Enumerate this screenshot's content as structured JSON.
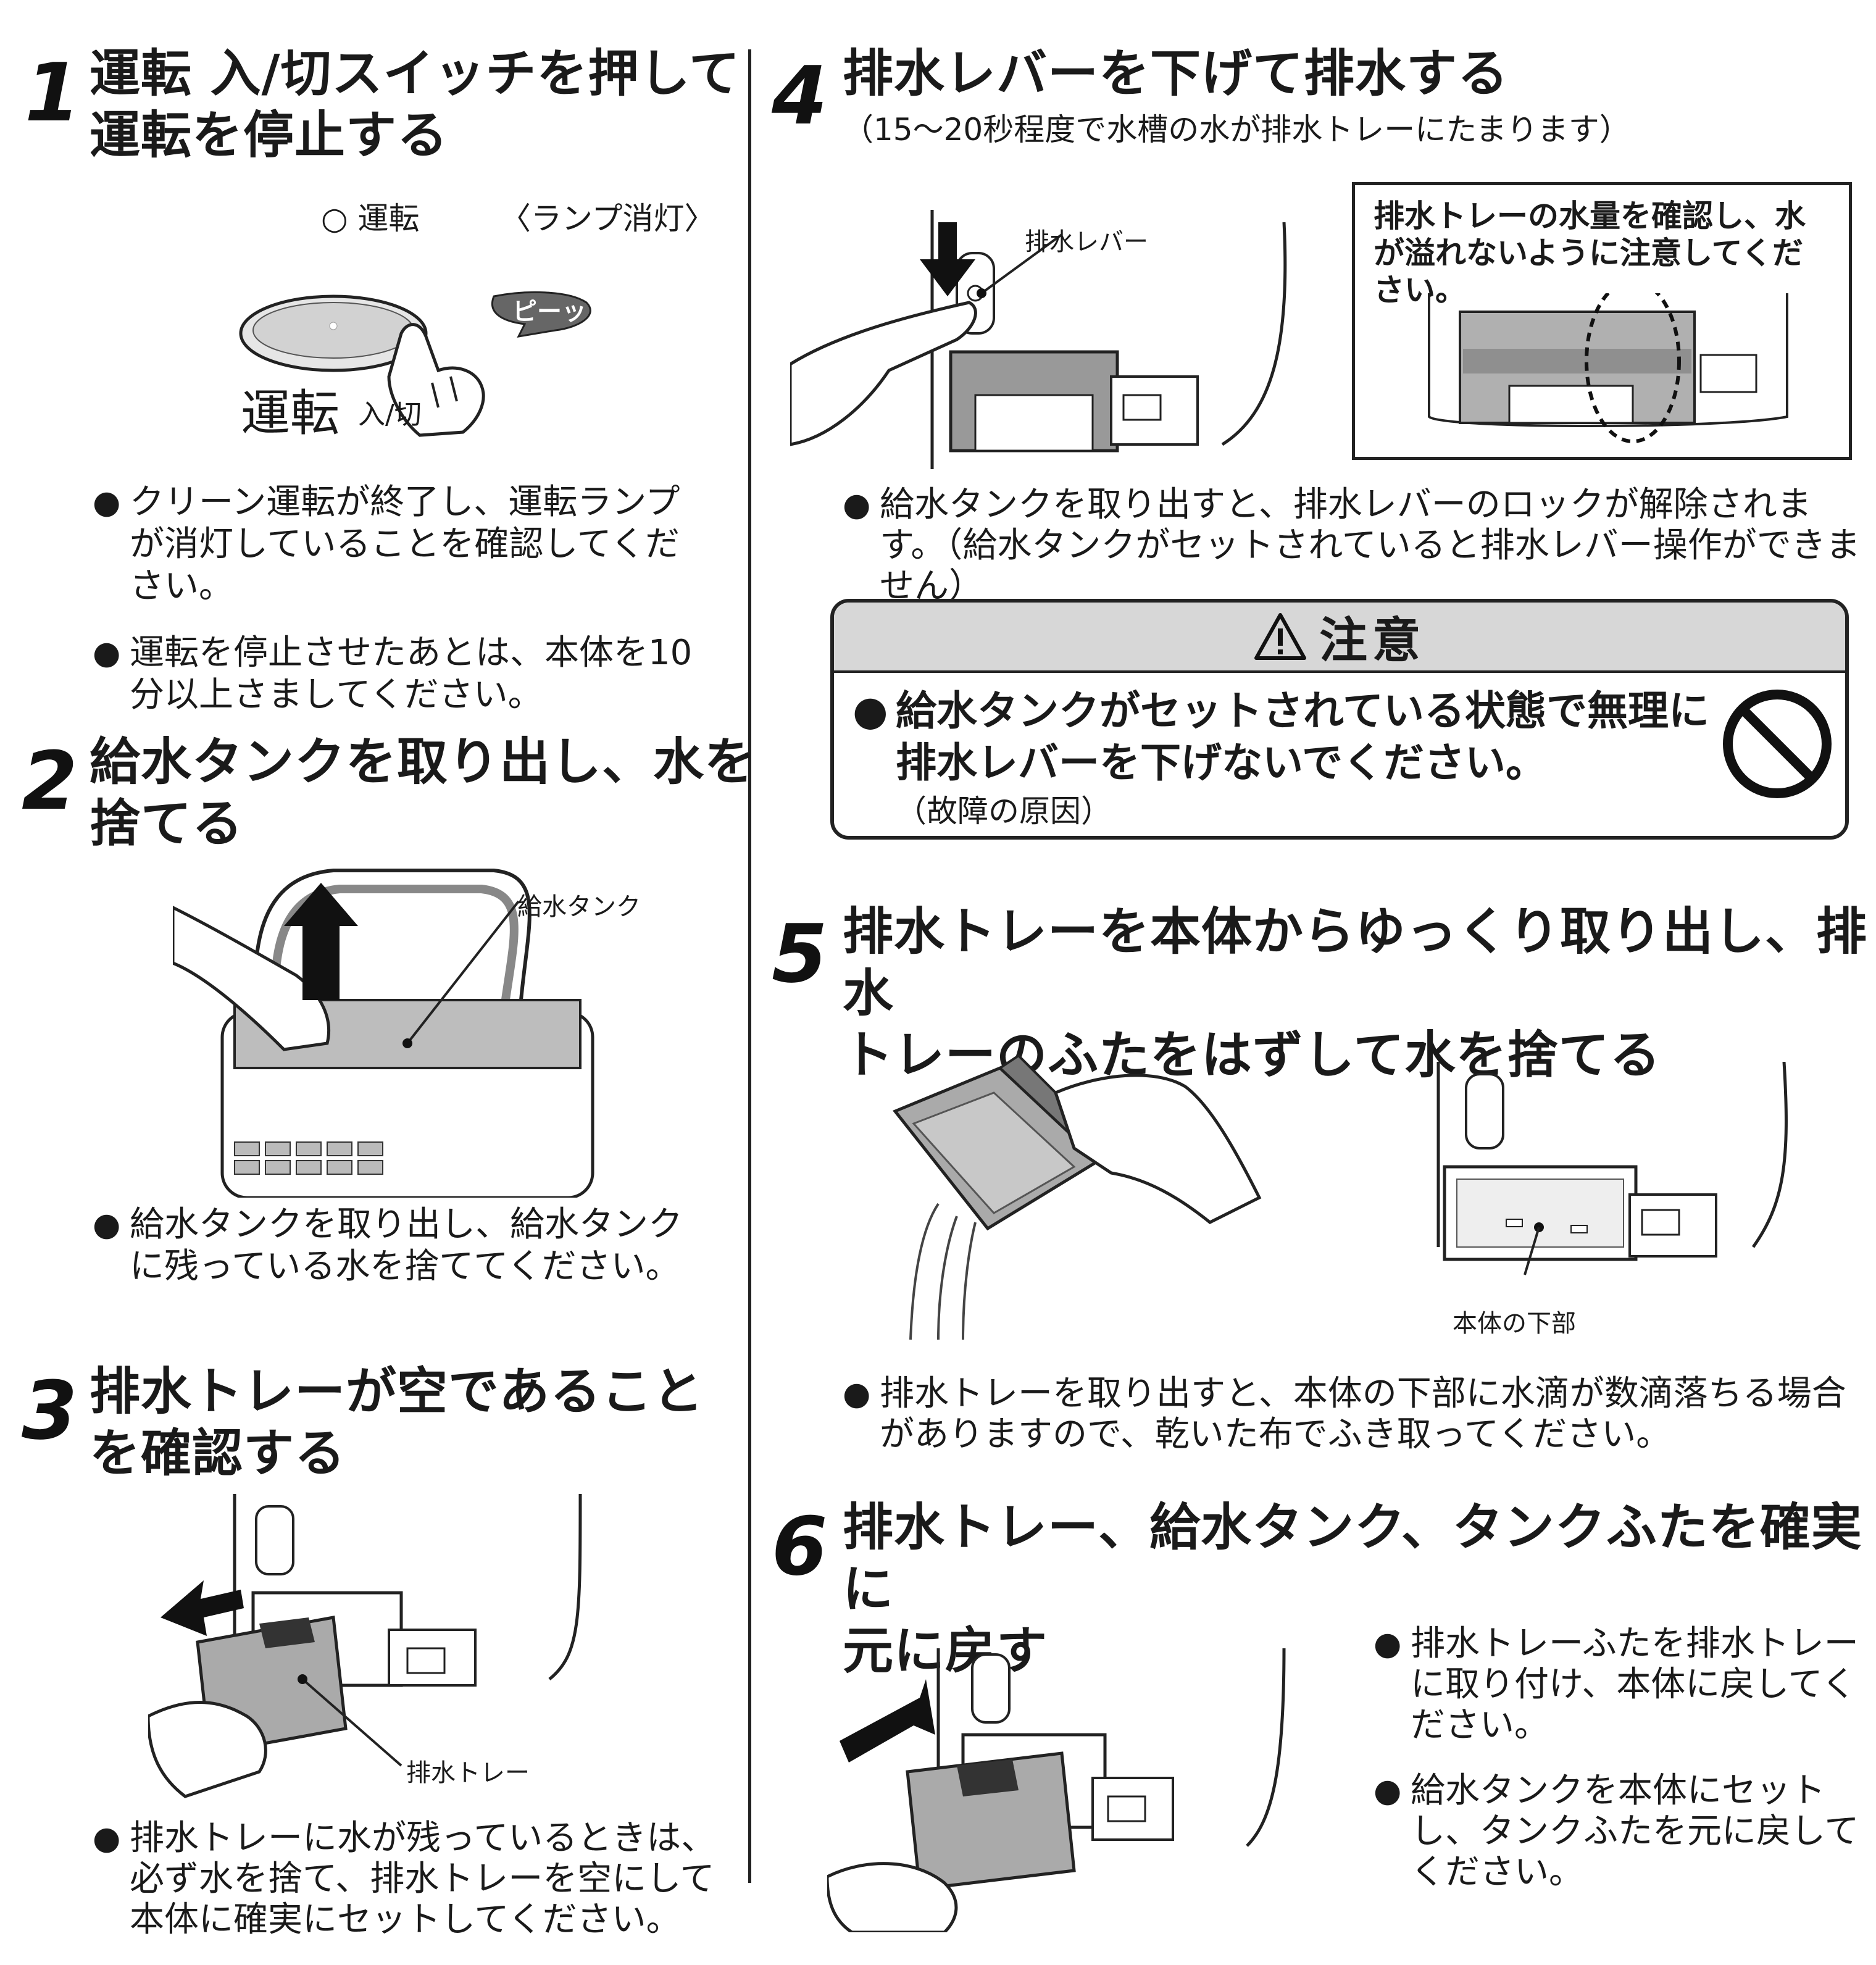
{
  "step1": {
    "num": "1",
    "title": "運転 入/切スイッチを押して\n運転を停止する",
    "lamp_indicator": "○ 運転",
    "lamp_note": "〈ランプ消灯〉",
    "beep": "ピーッ",
    "button_label_main": "運転",
    "button_label_sub": "入/切",
    "bullets": [
      "クリーン運転が終了し、運転ランプが消灯していることを確認してください。",
      "運転を停止させたあとは、本体を10分以上さましてください。"
    ]
  },
  "step2": {
    "num": "2",
    "title": "給水タンクを取り出し、水を\n捨てる",
    "label_tank": "給水タンク",
    "bullets": [
      "給水タンクを取り出し、給水タンクに残っている水を捨ててください。"
    ]
  },
  "step3": {
    "num": "3",
    "title": "排水トレーが空であること\nを確認する",
    "label_tray": "排水トレー",
    "bullets": [
      "排水トレーに水が残っているときは、必ず水を捨て、排水トレーを空にして本体に確実にセットしてください。"
    ]
  },
  "step4": {
    "num": "4",
    "title": "排水レバーを下げて排水する",
    "subtitle": "（15〜20秒程度で水槽の水が排水トレーにたまります）",
    "label_lever": "排水レバー",
    "check_text": "排水トレーの水量を確認し、水が溢れないように注意してください。",
    "bullets": [
      "給水タンクを取り出すと、排水レバーのロックが解除されます。（給水タンクがセットされていると排水レバー操作ができません）"
    ]
  },
  "caution": {
    "title": "注意",
    "text": "給水タンクがセットされている状態で無理に排水レバーを下げないでください。",
    "note": "（故障の原因）"
  },
  "step5": {
    "num": "5",
    "title": "排水トレーを本体からゆっくり取り出し、排水\nトレーのふたをはずして水を捨てる",
    "label_bottom": "本体の下部",
    "bullets": [
      "排水トレーを取り出すと、本体の下部に水滴が数滴落ちる場合がありますので、乾いた布でふき取ってください。"
    ]
  },
  "step6": {
    "num": "6",
    "title": "排水トレー、給水タンク、タンクふたを確実に\n元に戻す",
    "bullets": [
      "排水トレーふたを排水トレーに取り付け、本体に戻してください。",
      "給水タンクを本体にセットし、タンクふたを元に戻してください。"
    ]
  }
}
